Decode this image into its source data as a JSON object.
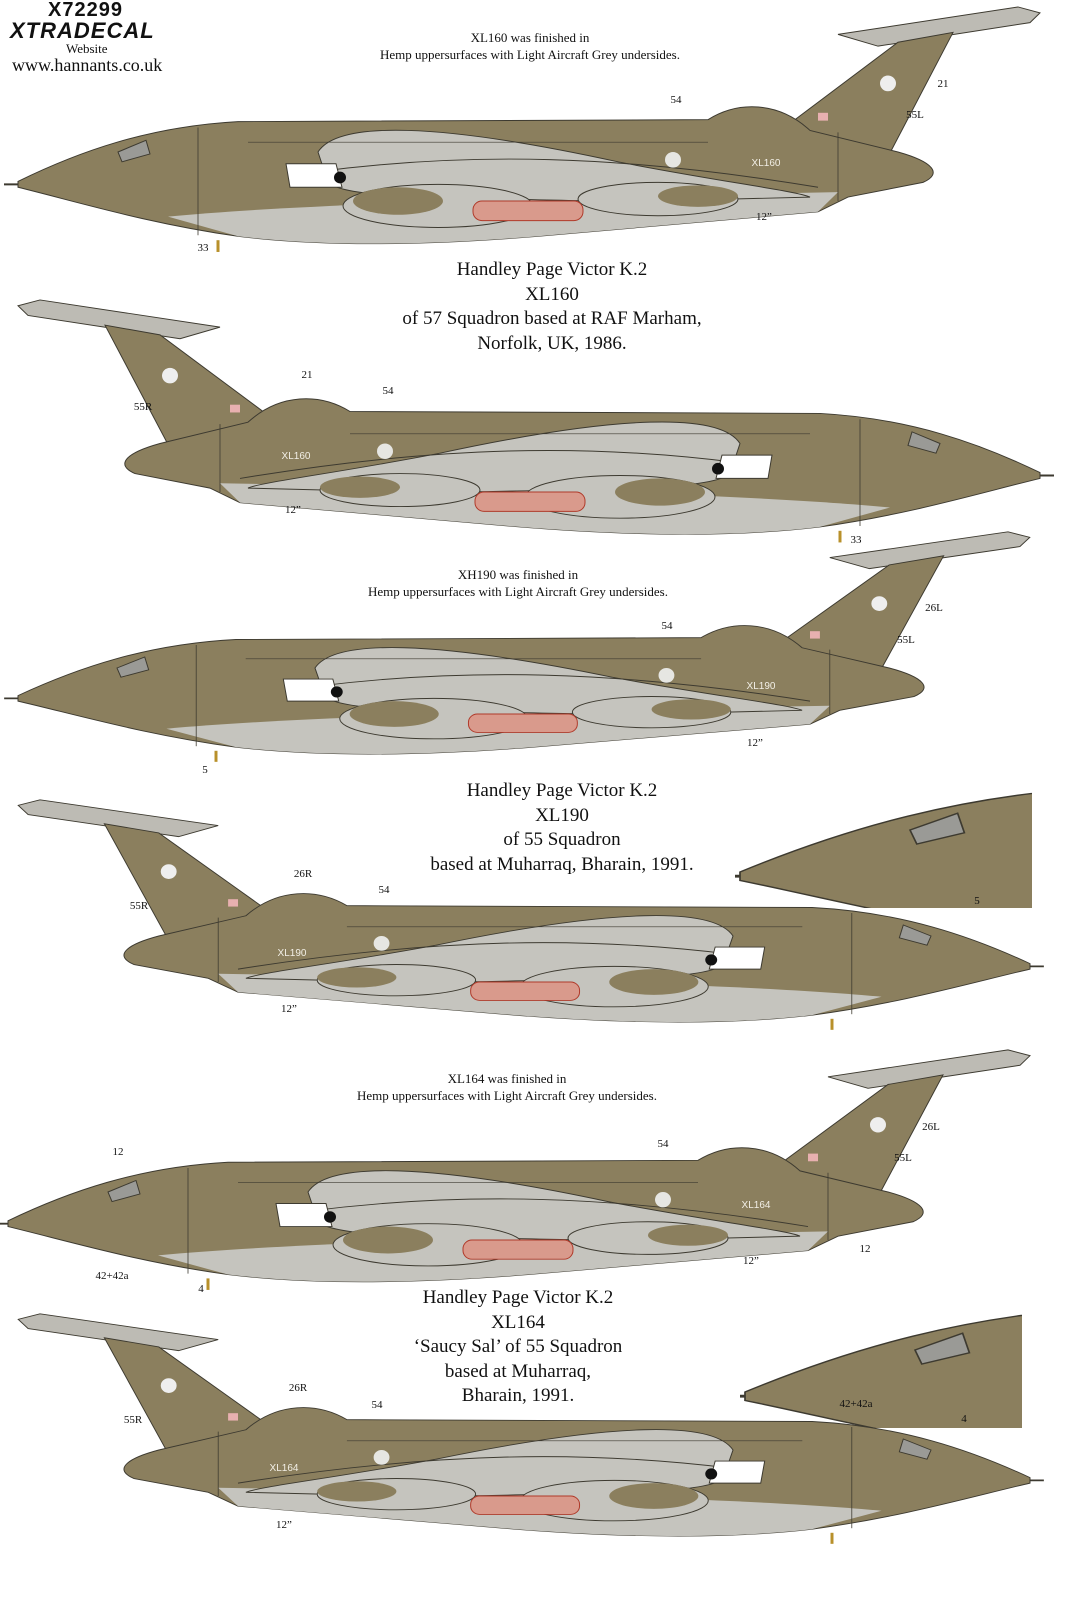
{
  "header": {
    "product_code": "X72299",
    "brand": "XTRADECAL",
    "website_label": "Website",
    "website_url": "www.hannants.co.uk"
  },
  "colors": {
    "hemp": "#8b7f5e",
    "light_aircraft_grey": "#c5c4be",
    "outline": "#3d3a30"
  },
  "notes": [
    {
      "line1": "XL160 was finished in",
      "line2": "Hemp uppersurfaces with Light Aircraft Grey undersides."
    },
    {
      "line1": "XH190 was finished in",
      "line2": "Hemp uppersurfaces with Light Aircraft Grey undersides."
    },
    {
      "line1": "XL164 was finished in",
      "line2": "Hemp uppersurfaces with Light Aircraft Grey undersides."
    }
  ],
  "captions": [
    {
      "lines": [
        "Handley Page Victor K.2",
        "XL160",
        "of 57 Squadron based at RAF Marham,",
        "Norfolk, UK, 1986."
      ]
    },
    {
      "lines": [
        "Handley Page Victor K.2",
        "XL190",
        "of 55 Squadron",
        "based at Muharraq, Bharain, 1991."
      ]
    },
    {
      "lines": [
        "Handley Page Victor K.2",
        "XL164",
        "‘Saucy Sal’ of 55 Squadron",
        "based at Muharraq,",
        "Bharain, 1991."
      ]
    }
  ],
  "profiles": [
    {
      "serial": "XL160",
      "callouts": [
        "21",
        "55L",
        "54",
        "12”",
        "33"
      ]
    },
    {
      "serial": "XL160",
      "callouts": [
        "21",
        "55R",
        "54",
        "12”",
        "33"
      ]
    },
    {
      "serial": "XL190",
      "callouts": [
        "26L",
        "55L",
        "54",
        "12”",
        "5"
      ]
    },
    {
      "serial": "XL190",
      "callouts": [
        "26R",
        "55R",
        "54",
        "12”"
      ]
    },
    {
      "serial": "XL164",
      "callouts": [
        "12",
        "54",
        "26L",
        "55L",
        "12”",
        "42+42a",
        "4"
      ]
    },
    {
      "serial": "XL164",
      "callouts": [
        "26R",
        "55R",
        "54",
        "12”"
      ]
    }
  ],
  "closeups": [
    {
      "callouts": [
        "5"
      ]
    },
    {
      "callouts": [
        "12",
        "42+42a",
        "4"
      ]
    }
  ]
}
